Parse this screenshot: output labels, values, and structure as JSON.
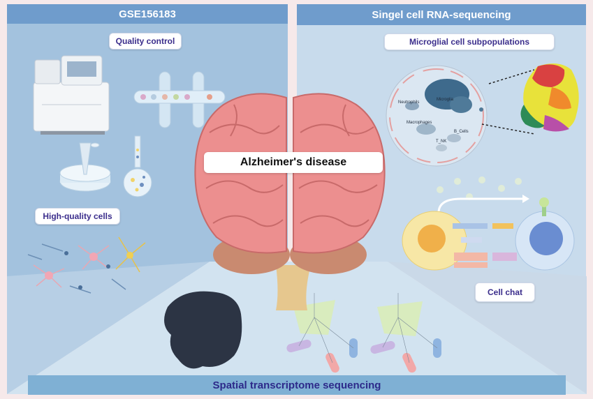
{
  "left_panel": {
    "banner": "GSE156183",
    "quality_control": "Quality control",
    "high_quality_cells": "High-quality cells"
  },
  "right_panel": {
    "banner": "Singel cell RNA-sequencing",
    "microglial": "Microglial cell subpopulations",
    "cell_chat": "Cell chat",
    "umap_labels": {
      "microglia": "Microglia",
      "neutrophils": "Neutrophils",
      "macrophages": "Macrophages",
      "b_cells": "B_Cells",
      "t_nk": "T_NK"
    }
  },
  "center": {
    "title": "Alzheimer's disease"
  },
  "bottom_panel": {
    "banner": "Spatial transcriptome sequencing"
  },
  "colors": {
    "left_bg": "#9fbedb",
    "right_bg": "#c5d8ea",
    "bottom_bg": "#cfe0ee",
    "banner_blue": "#6f9ccc",
    "bottom_banner": "#7fb0d4",
    "brain": "#ec8f8f"
  }
}
